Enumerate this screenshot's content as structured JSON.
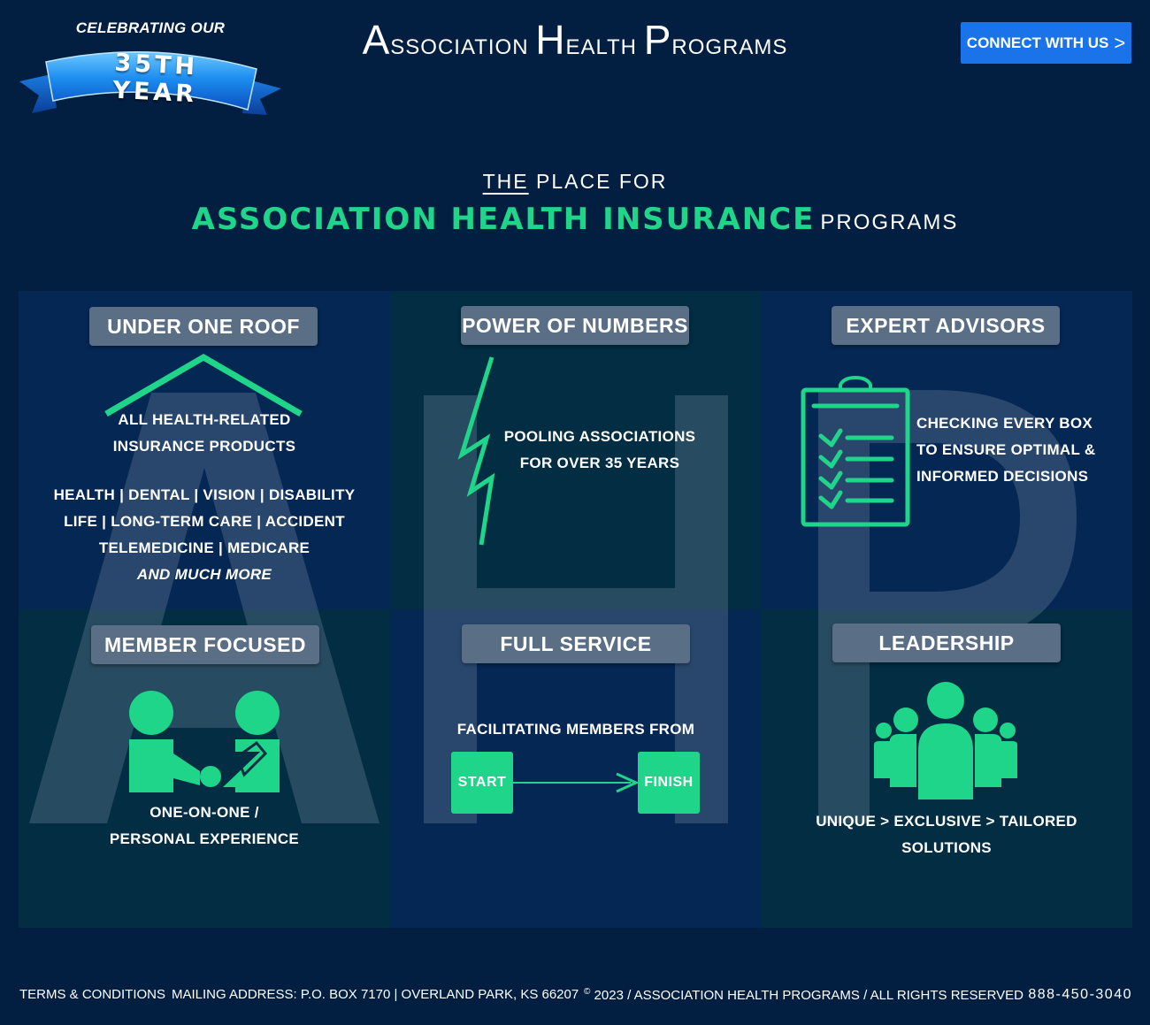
{
  "header": {
    "anniversary": {
      "caption": "CELEBRATING OUR",
      "number": "35TH YEAR"
    },
    "brand": {
      "word1_initial": "A",
      "word1_rest": "SSOCIATION",
      "word2_initial": "H",
      "word2_rest": "EALTH",
      "word3_initial": "P",
      "word3_rest": "ROGRAMS"
    },
    "connect_button": "CONNECT WITH US",
    "connect_chevron": ">"
  },
  "hero": {
    "tagline_the": "THE",
    "tagline_rest": "PLACE FOR",
    "headline_main": "ASSOCIATION HEALTH INSURANCE",
    "headline_sub": "PROGRAMS"
  },
  "watermark": "AHP",
  "tiles": {
    "under_one_roof": {
      "title": "UNDER ONE ROOF",
      "line1": "ALL HEALTH-RELATED",
      "line2": "INSURANCE PRODUCTS",
      "products1": "HEALTH | DENTAL | VISION | DISABILITY",
      "products2": "LIFE | LONG-TERM CARE | ACCIDENT",
      "products3": "TELEMEDICINE | MEDICARE",
      "products4": "AND MUCH MORE"
    },
    "power_of_numbers": {
      "title": "POWER OF NUMBERS",
      "line1": "POOLING ASSOCIATIONS",
      "line2": "FOR OVER 35 YEARS"
    },
    "expert_advisors": {
      "title": "EXPERT ADVISORS",
      "line1": "CHECKING EVERY BOX",
      "line2": "TO ENSURE OPTIMAL &",
      "line3": "INFORMED DECISIONS"
    },
    "member_focused": {
      "title": "MEMBER FOCUSED",
      "line1": "ONE-ON-ONE /",
      "line2": "PERSONAL EXPERIENCE"
    },
    "full_service": {
      "title": "FULL SERVICE",
      "line1": "FACILITATING MEMBERS FROM",
      "start": "START",
      "finish": "FINISH"
    },
    "leadership": {
      "title": "LEADERSHIP",
      "line1": "UNIQUE > EXCLUSIVE > TAILORED",
      "line2": "SOLUTIONS"
    }
  },
  "footer": {
    "terms": "TERMS & CONDITIONS",
    "address": "MAILING ADDRESS: P.O. BOX 7170 | OVERLAND PARK, KS 66207",
    "copyright_symbol": "©",
    "copyright": "2023 / ASSOCIATION HEALTH PROGRAMS / ALL RIGHTS RESERVED",
    "phone": "888-450-3040"
  },
  "colors": {
    "background": "#021e40",
    "accent_green": "#1ed589",
    "button_blue": "#1a73e8",
    "title_badge": "#5a6f86",
    "tile_blue": "#052754",
    "tile_teal": "#022d42"
  },
  "icons": [
    "ribbon-banner-icon",
    "roof-icon",
    "lightning-bolt-icon",
    "clipboard-checklist-icon",
    "handshake-icon",
    "arrow-right-icon",
    "group-people-icon"
  ]
}
